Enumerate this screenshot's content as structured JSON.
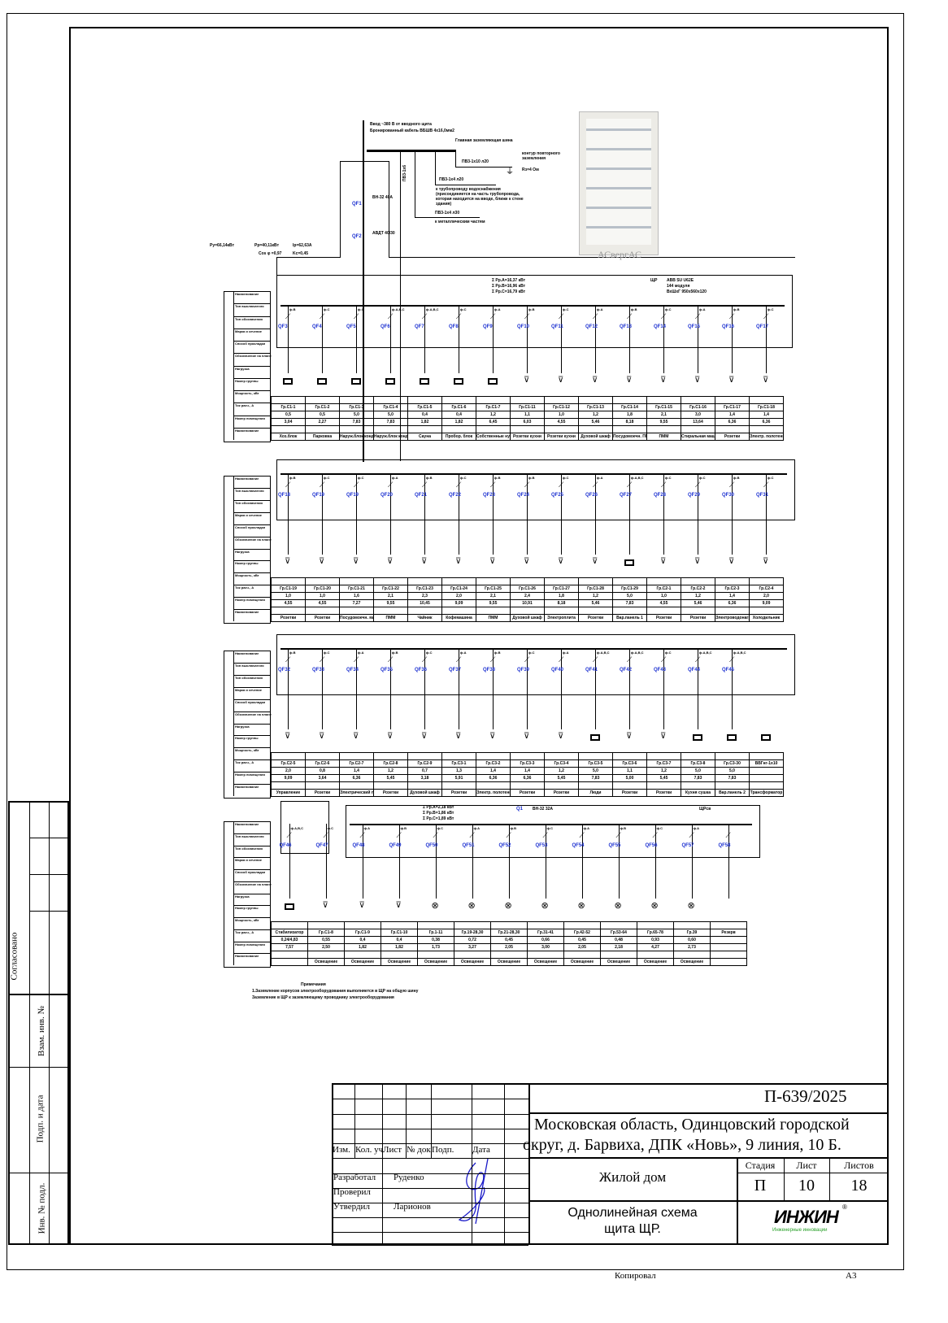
{
  "sheet": {
    "copy_label": "Копировал",
    "format": "A3"
  },
  "side_stamp": [
    "Согласовано",
    "Взам. инв. №",
    "Подп. и дата",
    "Инв. № подл."
  ],
  "top": {
    "input_note1": "Ввод ~380 В от вводного щита",
    "input_note2": "Бронированный кабель ВБШВ 4х16,0мм2",
    "bus_label": "Главная заземляющая шина",
    "pe_main": "ПВ3-1х10 л20",
    "ground_note": "контур повторного заземления",
    "ground_r": "Rз=4 Ом",
    "pe_pipe": "ПВ3-1х4 л20",
    "pipe_note": "к трубопроводу водоснабжения (присоединяется на часть трубопровода, которая находится на вводе, ближе к стене здания)",
    "pe_metal": "ПВ3-1х4 л30",
    "metal_note": "к металлическим частям",
    "pe_vertical": "ПВ3-1х6",
    "qf1": "QF1",
    "qf1_rating": "ВН-32 40А",
    "qf2": "QF2",
    "qf2_rating": "АВДТ 40/30",
    "py": "Py=66,14кВт",
    "pp": "Pp=40,11кВт",
    "ip": "Ip=62,63А",
    "cos": "Cos φ =0,97",
    "kc": "Kc=0,45",
    "phase_a": "Σ Pp.A=16,37 кВт",
    "phase_b": "Σ Pp.B=16,96 кВт",
    "phase_c": "Σ Pp.C=16,79 кВт",
    "panel_id": "ЩР",
    "panel_model": "ABB SU U62E",
    "panel_modules": "144 модуля",
    "panel_dims": "ВхШхГ 950х560х120",
    "photo_caption": "АСвергАС"
  },
  "table_row_labels": [
    "Наименование",
    "Тип выключателя",
    "Тип обозначения",
    "Марка и сечение",
    "Способ прокладки",
    "Обозначение на плане",
    "Нагрузка",
    "Номер группы",
    "Мощность, кВт",
    "Ток расч., А",
    "Номер помещения",
    "Наименование"
  ],
  "sections": [
    {
      "cols": [
        {
          "qf": "QF3",
          "ph": "ф.В",
          "g": "Гр.С1-1",
          "p": "0,5",
          "i": "3,04",
          "n": "Хоз.блок",
          "load": "box"
        },
        {
          "qf": "QF4",
          "ph": "ф.С",
          "g": "Гр.С1-2",
          "p": "0,5",
          "i": "2,27",
          "n": "Парковка",
          "load": "box"
        },
        {
          "qf": "QF5",
          "ph": "ф.С",
          "g": "Гр.С1-3",
          "p": "5,0",
          "i": "7,83",
          "n": "Наруж.блок конд.",
          "load": "box"
        },
        {
          "qf": "QF6",
          "ph": "ф.А,В,С",
          "g": "Гр.С1-4",
          "p": "5,0",
          "i": "7,83",
          "n": "Наруж.блок конд.",
          "load": "box"
        },
        {
          "qf": "QF7",
          "ph": "ф.А,В,С",
          "g": "Гр.С1-5",
          "p": "0,4",
          "i": "1,82",
          "n": "Сауна",
          "load": "box"
        },
        {
          "qf": "QF8",
          "ph": "ф.С",
          "g": "Гр.С1-6",
          "p": "0,4",
          "i": "1,82",
          "n": "Пробор. блок",
          "load": "box"
        },
        {
          "qf": "QF9",
          "ph": "ф.А",
          "g": "Гр.С1-7",
          "p": "1,2",
          "i": "6,45",
          "n": "Собственные нужды",
          "load": "box"
        },
        {
          "qf": "QF10",
          "ph": "ф.В",
          "g": "Гр.С1-11",
          "p": "1,1",
          "i": "6,03",
          "n": "Розетки кухни",
          "load": "sock"
        },
        {
          "qf": "QF11",
          "ph": "ф.С",
          "g": "Гр.С1-12",
          "p": "1,0",
          "i": "4,55",
          "n": "Розетки кухни",
          "load": "sock"
        },
        {
          "qf": "QF12",
          "ph": "ф.А",
          "g": "Гр.С1-13",
          "p": "1,2",
          "i": "5,46",
          "n": "Духовой шкаф",
          "load": "sock"
        },
        {
          "qf": "QF13",
          "ph": "ф.В",
          "g": "Гр.С1-14",
          "p": "1,8",
          "i": "8,18",
          "n": "Посудомоечн. ПММ",
          "load": "sock"
        },
        {
          "qf": "QF14",
          "ph": "ф.С",
          "g": "Гр.С1-15",
          "p": "2,1",
          "i": "9,55",
          "n": "ПММ",
          "load": "sock"
        },
        {
          "qf": "QF15",
          "ph": "ф.А",
          "g": "Гр.С1-16",
          "p": "3,0",
          "i": "13,64",
          "n": "Стиральная машина",
          "load": "sock"
        },
        {
          "qf": "QF16",
          "ph": "ф.В",
          "g": "Гр.С1-17",
          "p": "1,4",
          "i": "6,36",
          "n": "Розетки",
          "load": "sock"
        },
        {
          "qf": "QF17",
          "ph": "ф.С",
          "g": "Гр.С1-18",
          "p": "1,4",
          "i": "6,36",
          "n": "Электр. полотенцесушитель",
          "load": "sock"
        }
      ]
    },
    {
      "cols": [
        {
          "qf": "QF18",
          "ph": "ф.В",
          "g": "Гр.С1-19",
          "p": "1,0",
          "i": "4,55",
          "n": "Розетки",
          "load": "sock"
        },
        {
          "qf": "QF19",
          "ph": "ф.С",
          "g": "Гр.С1-20",
          "p": "1,0",
          "i": "4,55",
          "n": "Розетки",
          "load": "sock"
        },
        {
          "qf": "QF19",
          "ph": "ф.С",
          "g": "Гр.С1-21",
          "p": "1,6",
          "i": "7,27",
          "n": "Посудомоечн. машина",
          "load": "sock"
        },
        {
          "qf": "QF20",
          "ph": "ф.А",
          "g": "Гр.С1-22",
          "p": "2,1",
          "i": "9,55",
          "n": "ПММ",
          "load": "sock"
        },
        {
          "qf": "QF21",
          "ph": "ф.В",
          "g": "Гр.С1-23",
          "p": "2,3",
          "i": "10,45",
          "n": "Чайник",
          "load": "sock"
        },
        {
          "qf": "QF22",
          "ph": "ф.С",
          "g": "Гр.С1-24",
          "p": "2,0",
          "i": "9,09",
          "n": "Кофемашина",
          "load": "sock"
        },
        {
          "qf": "QF23",
          "ph": "ф.В",
          "g": "Гр.С1-25",
          "p": "2,1",
          "i": "9,55",
          "n": "ПММ",
          "load": "sock"
        },
        {
          "qf": "QF24",
          "ph": "ф.В",
          "g": "Гр.С1-26",
          "p": "2,4",
          "i": "10,91",
          "n": "Духовой шкаф",
          "load": "sock"
        },
        {
          "qf": "QF25",
          "ph": "ф.С",
          "g": "Гр.С1-27",
          "p": "1,8",
          "i": "8,18",
          "n": "Электроплита",
          "load": "sock"
        },
        {
          "qf": "QF26",
          "ph": "ф.А",
          "g": "Гр.С1-28",
          "p": "1,2",
          "i": "5,46",
          "n": "Розетки",
          "load": "sock"
        },
        {
          "qf": "QF27",
          "ph": "ф.А,В,С",
          "g": "Гр.С1-29",
          "p": "5,0",
          "i": "7,83",
          "n": "Вар.панель 1",
          "load": "box"
        },
        {
          "qf": "QF28",
          "ph": "ф.С",
          "g": "Гр.С2-1",
          "p": "1,0",
          "i": "4,55",
          "n": "Розетки",
          "load": "sock"
        },
        {
          "qf": "QF29",
          "ph": "ф.С",
          "g": "Гр.С2-2",
          "p": "1,2",
          "i": "5,46",
          "n": "Розетки",
          "load": "sock"
        },
        {
          "qf": "QF30",
          "ph": "ф.В",
          "g": "Гр.С2-3",
          "p": "1,4",
          "i": "6,36",
          "n": "Электроводонагр.",
          "load": "sock"
        },
        {
          "qf": "QF31",
          "ph": "ф.С",
          "g": "Гр.С2-4",
          "p": "2,0",
          "i": "9,09",
          "n": "Холодильник",
          "load": "sock"
        }
      ]
    },
    {
      "cols": [
        {
          "qf": "QF32",
          "ph": "ф.В",
          "g": "Гр.С2-5",
          "p": "2,0",
          "i": "9,09",
          "n": "Управление",
          "load": "sock"
        },
        {
          "qf": "QF33",
          "ph": "ф.С",
          "g": "Гр.С2-6",
          "p": "0,8",
          "i": "3,64",
          "n": "Розетки",
          "load": "sock"
        },
        {
          "qf": "QF34",
          "ph": "ф.А",
          "g": "Гр.С2-7",
          "p": "1,4",
          "i": "6,36",
          "n": "Электрический пол",
          "load": "sock"
        },
        {
          "qf": "QF35",
          "ph": "ф.В",
          "g": "Гр.С2-8",
          "p": "1,2",
          "i": "5,45",
          "n": "Розетки",
          "load": "sock"
        },
        {
          "qf": "QF36",
          "ph": "ф.С",
          "g": "Гр.С2-9",
          "p": "0,7",
          "i": "3,18",
          "n": "Духовой шкаф",
          "load": "sock"
        },
        {
          "qf": "QF37",
          "ph": "ф.А",
          "g": "Гр.С3-1",
          "p": "1,3",
          "i": "5,91",
          "n": "Розетки",
          "load": "sock"
        },
        {
          "qf": "QF38",
          "ph": "ф.В",
          "g": "Гр.С3-2",
          "p": "1,4",
          "i": "6,36",
          "n": "Электр. полотенцесушитель",
          "load": "sock"
        },
        {
          "qf": "QF39",
          "ph": "ф.С",
          "g": "Гр.С3-3",
          "p": "1,4",
          "i": "6,36",
          "n": "Розетки",
          "load": "sock"
        },
        {
          "qf": "QF40",
          "ph": "ф.А",
          "g": "Гр.С3-4",
          "p": "1,2",
          "i": "5,45",
          "n": "Розетки",
          "load": "sock"
        },
        {
          "qf": "QF41",
          "ph": "ф.А,В,С",
          "g": "Гр.С3-5",
          "p": "5,0",
          "i": "7,83",
          "n": "Люди",
          "load": "box"
        },
        {
          "qf": "QF42",
          "ph": "ф.А,В,С",
          "g": "Гр.С3-6",
          "p": "1,1",
          "i": "5,00",
          "n": "Розетки",
          "load": "sock"
        },
        {
          "qf": "QF43",
          "ph": "ф.С",
          "g": "Гр.С3-7",
          "p": "1,2",
          "i": "5,45",
          "n": "Розетки",
          "load": "sock"
        },
        {
          "qf": "QF44",
          "ph": "ф.А,В,С",
          "g": "Гр.С3-8",
          "p": "5,0",
          "i": "7,83",
          "n": "Кухня сушка",
          "load": "box"
        },
        {
          "qf": "QF45",
          "ph": "ф.А,В,С",
          "g": "Гр.С3-30",
          "p": "5,0",
          "i": "7,83",
          "n": "Вар.панель 2",
          "load": "box"
        },
        {
          "qf": "",
          "ph": "",
          "g": "ВВГнг-1х10",
          "p": "",
          "i": "",
          "n": "Трансформатор",
          "load": "box"
        }
      ]
    },
    {
      "cols": [
        {
          "qf": "QF46",
          "ph": "ф.А,В,С",
          "g": "Стабилизатор",
          "p": "0,24/4,83",
          "i": "7,57",
          "n": "",
          "load": "box"
        },
        {
          "qf": "QF47",
          "ph": "ф.С",
          "g": "Гр.С1-8",
          "p": "0,55",
          "i": "2,50",
          "n": "Освещение",
          "load": "sock"
        },
        {
          "qf": "QF48",
          "ph": "ф.А",
          "g": "Гр.С1-9",
          "p": "0,4",
          "i": "1,82",
          "n": "Освещение",
          "load": "sock"
        },
        {
          "qf": "QF49",
          "ph": "ф.В",
          "g": "Гр.С1-10",
          "p": "0,4",
          "i": "1,82",
          "n": "Освещение",
          "load": "sock"
        },
        {
          "qf": "QF50",
          "ph": "ф.С",
          "g": "Гр.1-11",
          "p": "0,38",
          "i": "1,73",
          "n": "Освещение",
          "load": "lamp"
        },
        {
          "qf": "QF51",
          "ph": "ф.А",
          "g": "Гр.19-28,30",
          "p": "0,72",
          "i": "3,27",
          "n": "Освещение",
          "load": "lamp"
        },
        {
          "qf": "QF52",
          "ph": "ф.В",
          "g": "Гр.21-28,30",
          "p": "0,45",
          "i": "2,05",
          "n": "Освещение",
          "load": "lamp"
        },
        {
          "qf": "QF53",
          "ph": "ф.С",
          "g": "Гр.31-41",
          "p": "0,66",
          "i": "3,00",
          "n": "Освещение",
          "load": "lamp"
        },
        {
          "qf": "QF54",
          "ph": "ф.А",
          "g": "Гр.42-52",
          "p": "0,45",
          "i": "2,05",
          "n": "Освещение",
          "load": "lamp"
        },
        {
          "qf": "QF55",
          "ph": "ф.В",
          "g": "Гр.53-64",
          "p": "0,48",
          "i": "2,18",
          "n": "Освещение",
          "load": "lamp"
        },
        {
          "qf": "QF56",
          "ph": "ф.С",
          "g": "Гр.65-78",
          "p": "0,93",
          "i": "4,27",
          "n": "Освещение",
          "load": "lamp"
        },
        {
          "qf": "QF57",
          "ph": "ф.А",
          "g": "Гр.39",
          "p": "0,60",
          "i": "2,73",
          "n": "Освещение",
          "load": "lamp"
        },
        {
          "qf": "QF58",
          "ph": "",
          "g": "Резерв",
          "p": "",
          "i": "",
          "n": "",
          "load": "none"
        }
      ],
      "q1": "Q1",
      "q1_rating": "ВН-32 32А",
      "panel_id": "ЩРсв",
      "phase_a": "Σ Pp.A=2,18 кВт",
      "phase_b": "Σ Pp.B=1,86 кВт",
      "phase_c": "Σ Pp.C=1,89 кВт"
    }
  ],
  "notes": {
    "title": "Примечания",
    "line1": "1.Заземление корпусов электрооборудования выполняется в ЩР на общую шину",
    "line2": "Заземление в ЩР к заземляющему проводнику электрооборудования"
  },
  "title_block": {
    "doc_code": "П-639/2025",
    "address_line1": "Московская область, Одинцовский городской",
    "address_line2": "округ, д. Барвиха, ДПК «Новь», 9 линия, 10 Б.",
    "headers": [
      "Изм.",
      "Кол. уч",
      "Лист",
      "№ док",
      "Подп.",
      "Дата"
    ],
    "roles": [
      {
        "role": "Разработал",
        "name": "Руденко"
      },
      {
        "role": "Проверил",
        "name": ""
      },
      {
        "role": "Утвердил",
        "name": "Ларионов"
      }
    ],
    "object": "Жилой дом",
    "stage_label": "Стадия",
    "sheet_label": "Лист",
    "sheets_label": "Листов",
    "stage": "П",
    "sheet": "10",
    "sheets": "18",
    "drawing_title1": "Однолинейная схема",
    "drawing_title2": "щита ЩР.",
    "logo": "ИНЖИН",
    "logo_sub": "Инженерные инновации"
  }
}
